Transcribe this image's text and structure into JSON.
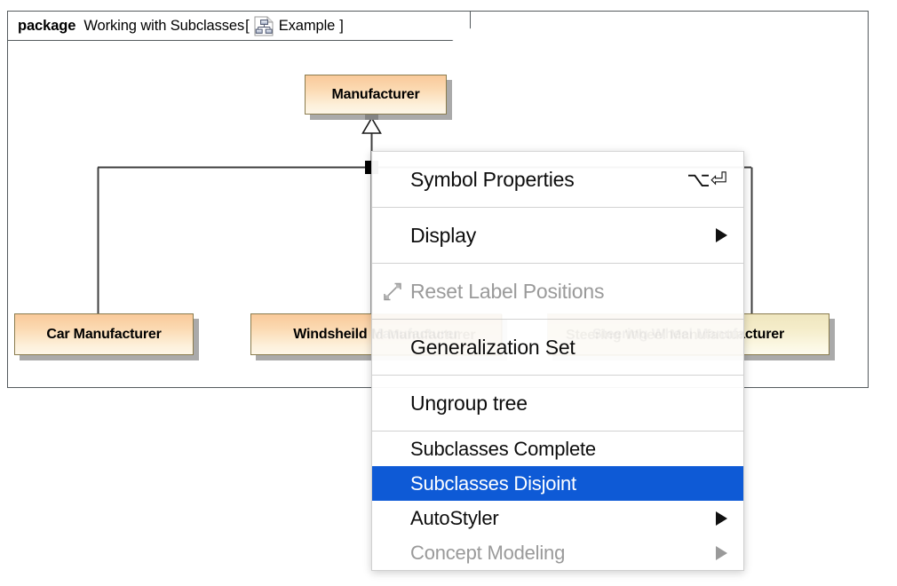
{
  "diagram": {
    "package": {
      "keyword": "package",
      "name": "Working with Subclasses",
      "bracket_open": "[",
      "bracket_close": "]",
      "diagram_icon": "class-diagram-icon",
      "diagram_label": "Example"
    },
    "classes": [
      {
        "id": "manufacturer",
        "name": "Manufacturer",
        "fill": "orange"
      },
      {
        "id": "car-manufacturer",
        "name": "Car Manufacturer",
        "fill": "orange"
      },
      {
        "id": "windsheild-manufacturer",
        "name": "Windsheild Manufacturer",
        "fill": "orange"
      },
      {
        "id": "steering-wheel-manufacturer",
        "name": "Steering Wheel Manufacturer",
        "fill": "cream"
      }
    ],
    "relationship": {
      "type": "generalization-set",
      "parent": "Manufacturer",
      "children": [
        "Car Manufacturer",
        "Windsheild Manufacturer",
        "Steering Wheel Manufacturer"
      ]
    }
  },
  "context_menu": {
    "items": [
      {
        "label": "Symbol Properties",
        "shortcut": "⌥⏎",
        "state": "enabled",
        "submenu": false,
        "icon": null,
        "size": "normal"
      },
      {
        "label": "Display",
        "shortcut": "",
        "state": "enabled",
        "submenu": true,
        "icon": null,
        "size": "normal"
      },
      {
        "label": "Reset Label Positions",
        "shortcut": "",
        "state": "disabled",
        "submenu": false,
        "icon": "reset-label-positions-icon",
        "size": "normal"
      },
      {
        "label": "Generalization Set",
        "shortcut": "",
        "state": "enabled",
        "submenu": false,
        "icon": null,
        "size": "normal"
      },
      {
        "label": "Ungroup tree",
        "shortcut": "",
        "state": "enabled",
        "submenu": false,
        "icon": null,
        "size": "normal"
      },
      {
        "label": "Subclasses Complete",
        "shortcut": "",
        "state": "enabled",
        "submenu": false,
        "icon": null,
        "size": "compact"
      },
      {
        "label": "Subclasses Disjoint",
        "shortcut": "",
        "state": "selected",
        "submenu": false,
        "icon": null,
        "size": "compact"
      },
      {
        "label": "AutoStyler",
        "shortcut": "",
        "state": "enabled",
        "submenu": true,
        "icon": null,
        "size": "compact"
      },
      {
        "label": "Concept Modeling",
        "shortcut": "",
        "state": "disabled",
        "submenu": true,
        "icon": null,
        "size": "compact"
      }
    ],
    "separators_after": [
      0,
      1,
      2,
      3,
      4
    ],
    "highlight_color": "#0e5ad6",
    "disabled_color": "#9a9a9a"
  },
  "colors": {
    "frame_border": "#555b5e",
    "class_border": "#8a7c4e",
    "class_fill_orange_top": "#f9c99a",
    "class_fill_orange_bottom": "#fdf6e8",
    "class_fill_cream_top": "#efe6bf",
    "class_fill_cream_bottom": "#fdfbee",
    "connector": "#3f3f3f",
    "shadow": "#9b9b9b",
    "canvas": "#ffffff"
  }
}
